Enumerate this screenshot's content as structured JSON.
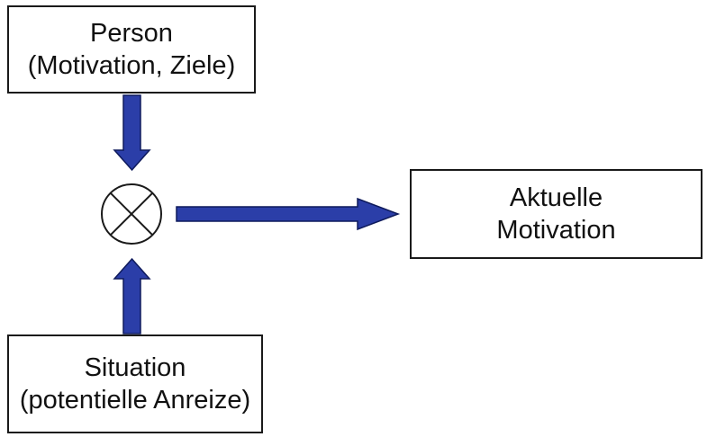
{
  "diagram": {
    "person": {
      "line1": "Person",
      "line2": "(Motivation, Ziele)"
    },
    "situation": {
      "line1": "Situation",
      "line2": "(potentielle Anreize)"
    },
    "aktuelle_motivation": {
      "line1": "Aktuelle",
      "line2": "Motivation"
    },
    "operator_icon": "circled-times-icon",
    "colors": {
      "arrow_fill": "#2b3ea8",
      "arrow_stroke": "#0e1a5c",
      "box_border": "#1a1a1a",
      "text": "#111111"
    }
  }
}
